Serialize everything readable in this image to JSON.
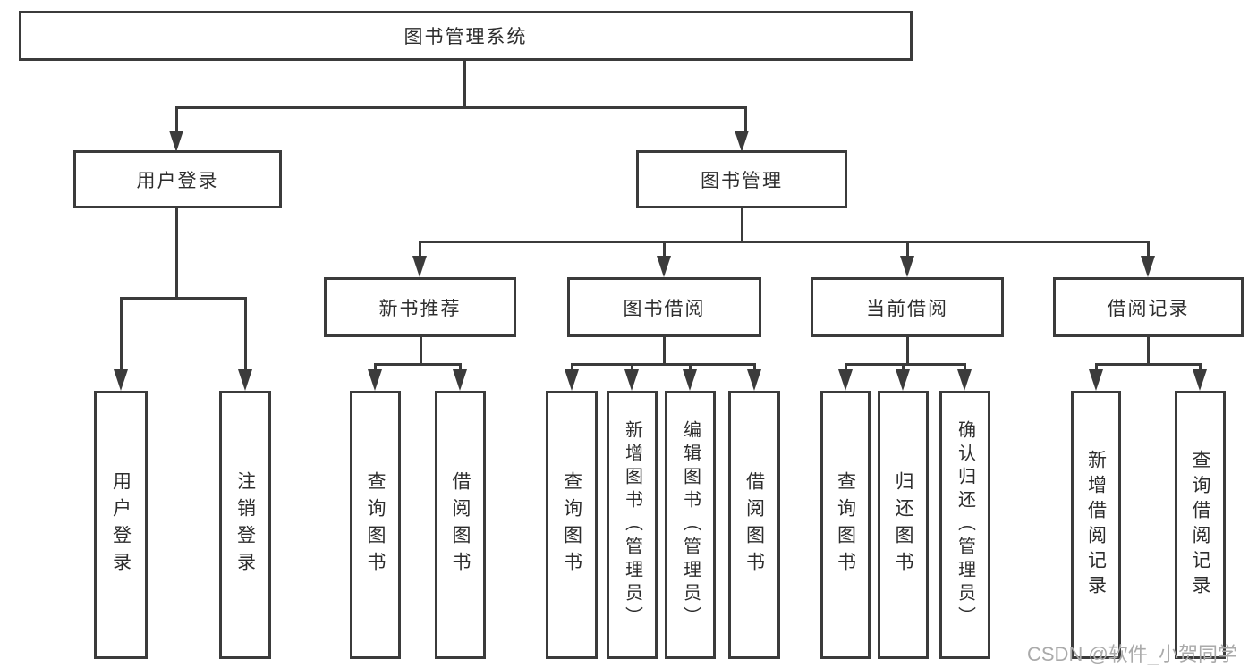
{
  "title": "图书管理系统",
  "colors": {
    "line": "#3b3b3b",
    "text": "#2d2d2d",
    "background": "#ffffff",
    "watermark": "#aaaaaa"
  },
  "watermark": "CSDN @软件_小贺同学",
  "tree": {
    "root": "图书管理系统",
    "branches": [
      {
        "label": "用户登录",
        "children": [
          "用户登录",
          "注销登录"
        ]
      },
      {
        "label": "图书管理",
        "children": [
          {
            "label": "新书推荐",
            "children": [
              "查询图书",
              "借阅图书"
            ]
          },
          {
            "label": "图书借阅",
            "children": [
              "查询图书",
              "新增图书（管理员）",
              "编辑图书（管理员）",
              "借阅图书"
            ]
          },
          {
            "label": "当前借阅",
            "children": [
              "查询图书",
              "归还图书",
              "确认归还（管理员）"
            ]
          },
          {
            "label": "借阅记录",
            "children": [
              "新增借阅记录",
              "查询借阅记录"
            ]
          }
        ]
      }
    ]
  }
}
